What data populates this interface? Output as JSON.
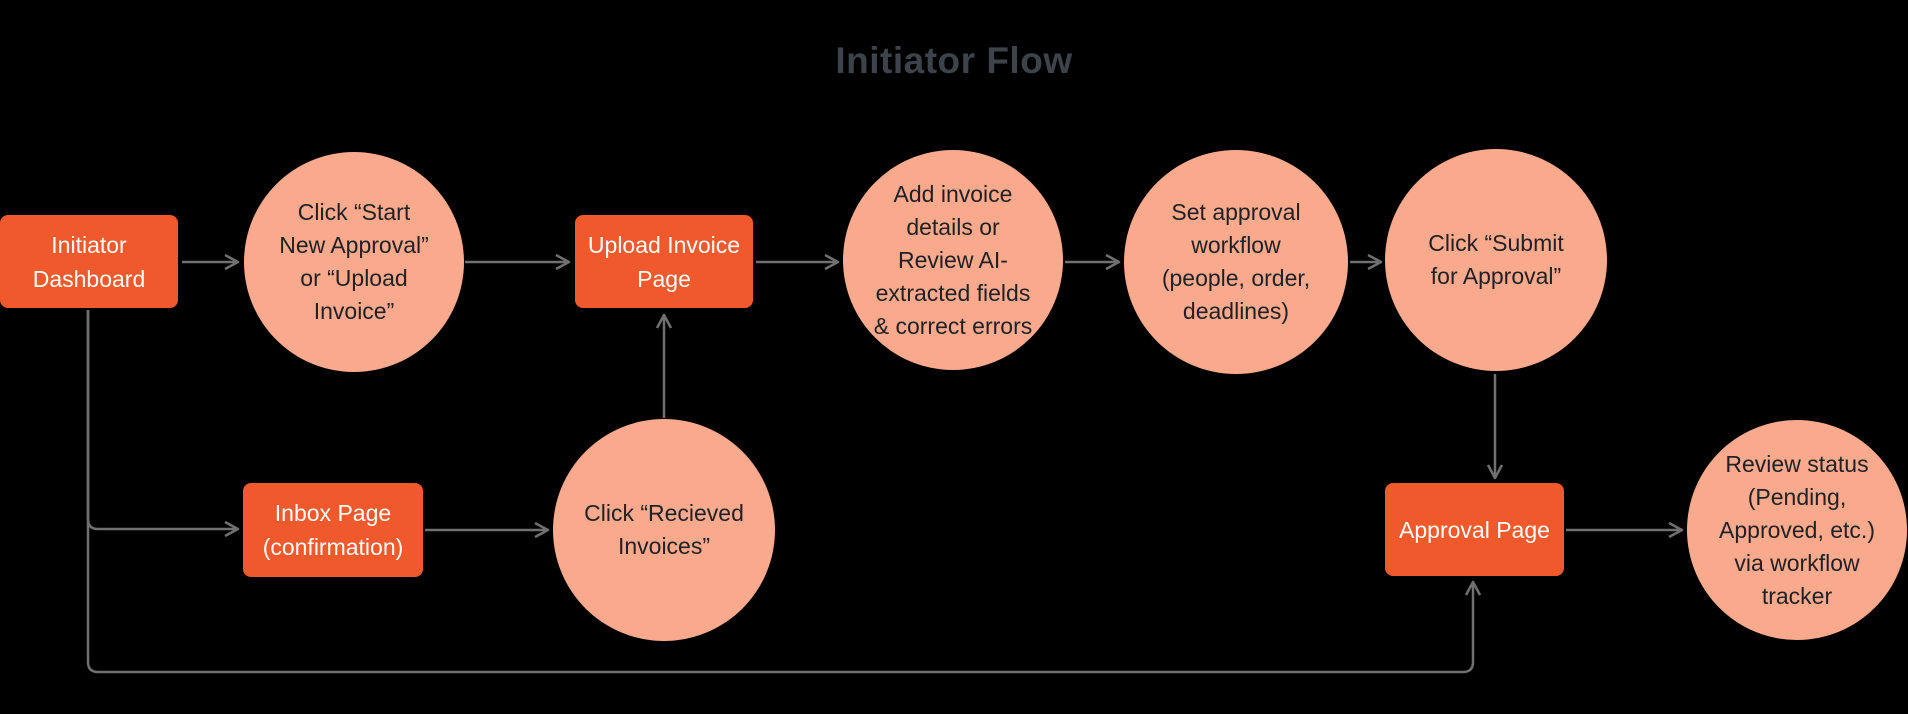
{
  "title": "Initiator Flow",
  "colors": {
    "background": "#000000",
    "rect_fill": "#F0592B",
    "rect_text": "#FFFFFF",
    "circle_fill": "#F9A98C",
    "circle_text": "#1F2126",
    "title_text": "#3D434B",
    "arrow": "#707070"
  },
  "nodes": {
    "initiator_dashboard": {
      "type": "rect",
      "label": "Initiator\nDashboard"
    },
    "start_new_approval": {
      "type": "circle",
      "label": "Click “Start\nNew Approval”\nor “Upload\nInvoice”"
    },
    "upload_invoice_page": {
      "type": "rect",
      "label": "Upload Invoice\nPage"
    },
    "add_invoice_details": {
      "type": "circle",
      "label": "Add invoice\ndetails or\nReview AI-\nextracted fields\n& correct errors"
    },
    "set_approval_workflow": {
      "type": "circle",
      "label": "Set approval\nworkflow\n(people, order,\ndeadlines)"
    },
    "submit_for_approval": {
      "type": "circle",
      "label": "Click “Submit\nfor Approval”"
    },
    "inbox_page": {
      "type": "rect",
      "label": "Inbox Page\n(confirmation)"
    },
    "received_invoices": {
      "type": "circle",
      "label": "Click “Recieved\nInvoices”"
    },
    "approval_page": {
      "type": "rect",
      "label": "Approval Page"
    },
    "review_status": {
      "type": "circle",
      "label": "Review status\n(Pending,\nApproved, etc.)\nvia workflow\ntracker"
    }
  },
  "edges": [
    {
      "from": "initiator_dashboard",
      "to": "start_new_approval"
    },
    {
      "from": "start_new_approval",
      "to": "upload_invoice_page"
    },
    {
      "from": "upload_invoice_page",
      "to": "add_invoice_details"
    },
    {
      "from": "add_invoice_details",
      "to": "set_approval_workflow"
    },
    {
      "from": "set_approval_workflow",
      "to": "submit_for_approval"
    },
    {
      "from": "submit_for_approval",
      "to": "approval_page"
    },
    {
      "from": "approval_page",
      "to": "review_status"
    },
    {
      "from": "initiator_dashboard",
      "to": "inbox_page"
    },
    {
      "from": "inbox_page",
      "to": "received_invoices"
    },
    {
      "from": "received_invoices",
      "to": "upload_invoice_page"
    },
    {
      "from": "initiator_dashboard",
      "to": "approval_page"
    }
  ]
}
